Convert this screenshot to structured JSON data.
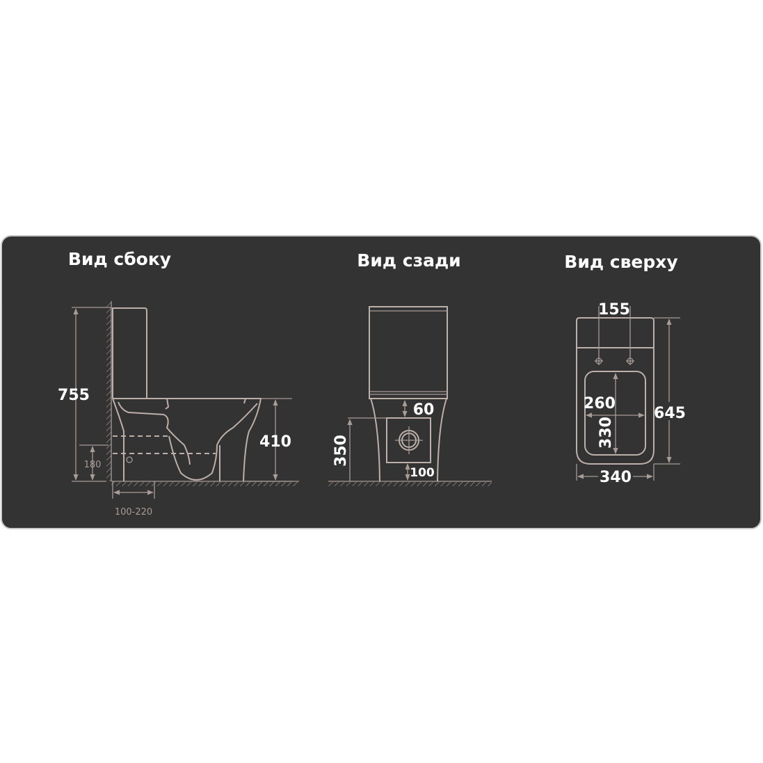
{
  "colors": {
    "panel": "#333333",
    "line": "#bdb0ab",
    "text": "#ffffff"
  },
  "views": {
    "side": {
      "title": "Вид сбоку",
      "total_height": "755",
      "seat_height": "410",
      "outlet_height": "180",
      "wall_distance": "100-220"
    },
    "back": {
      "title": "Вид сзади",
      "inlet_height": "350",
      "top_offset": "60",
      "bottom_offset": "100"
    },
    "top": {
      "title": "Вид сверху",
      "hole_spacing": "155",
      "bowl_width": "260",
      "bowl_length": "330",
      "total_length": "645",
      "total_width": "340"
    }
  }
}
